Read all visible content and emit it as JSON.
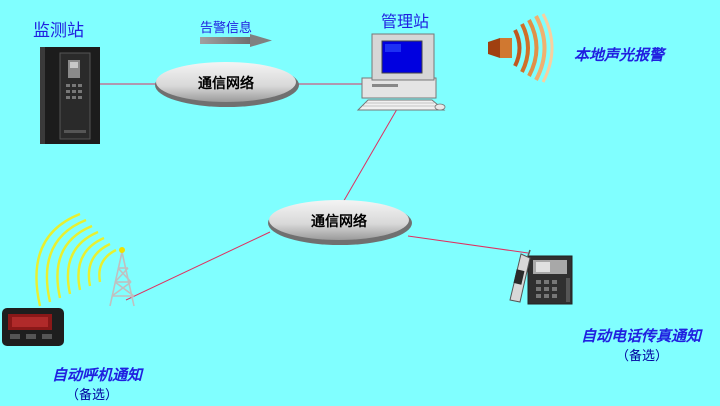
{
  "nodes": {
    "monitor_station": "监测站",
    "management_station": "管理站",
    "local_alarm": "本地声光报警",
    "pager_notify": "自动呼机通知",
    "pager_optional": "（备选）",
    "phone_fax_notify": "自动电话传真通知",
    "phone_optional": "（备选）"
  },
  "edges": {
    "alarm_info": "告警信息"
  },
  "networks": {
    "top": "通信网络",
    "middle": "通信网络"
  },
  "colors": {
    "background": "#80FFFF",
    "link_line": "#E03060",
    "label_blue": "#2020E0",
    "label_navy": "#0000A0"
  }
}
